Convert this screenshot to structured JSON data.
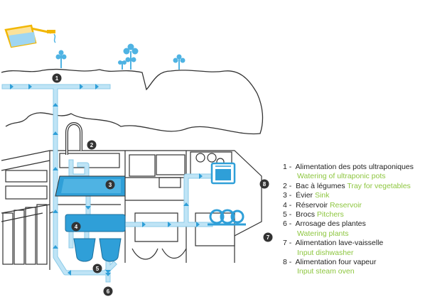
{
  "markers": [
    "1",
    "2",
    "3",
    "4",
    "5",
    "6",
    "7",
    "8"
  ],
  "colors": {
    "pipe": "#bfe4f6",
    "pipe_edge": "#8ccbe8",
    "water": "#2f9fd8",
    "accent_text": "#8dc63f",
    "line": "#333333"
  },
  "legend": [
    {
      "num": "1 -",
      "fr": "Alimentation des pots ultraponiques",
      "en": "Watering of ultraponic pots",
      "en_newline": true
    },
    {
      "num": "2 -",
      "fr": "Bac à légumes",
      "en": "Tray for vegetables",
      "en_newline": false
    },
    {
      "num": "3 -",
      "fr": "Évier",
      "en": "Sink",
      "en_newline": false
    },
    {
      "num": "4 -",
      "fr": "Réservoir",
      "en": "Reservoir",
      "en_newline": false
    },
    {
      "num": "5 -",
      "fr": "Brocs",
      "en": "Pitchers",
      "en_newline": false
    },
    {
      "num": "6 -",
      "fr": "Arrosage des plantes",
      "en": "Watering plants",
      "en_newline": true
    },
    {
      "num": "7 -",
      "fr": "Alimentation lave-vaisselle",
      "en": "Input dishwasher",
      "en_newline": true
    },
    {
      "num": "8 -",
      "fr": "Alimentation four vapeur",
      "en": "Input steam oven",
      "en_newline": true
    }
  ]
}
